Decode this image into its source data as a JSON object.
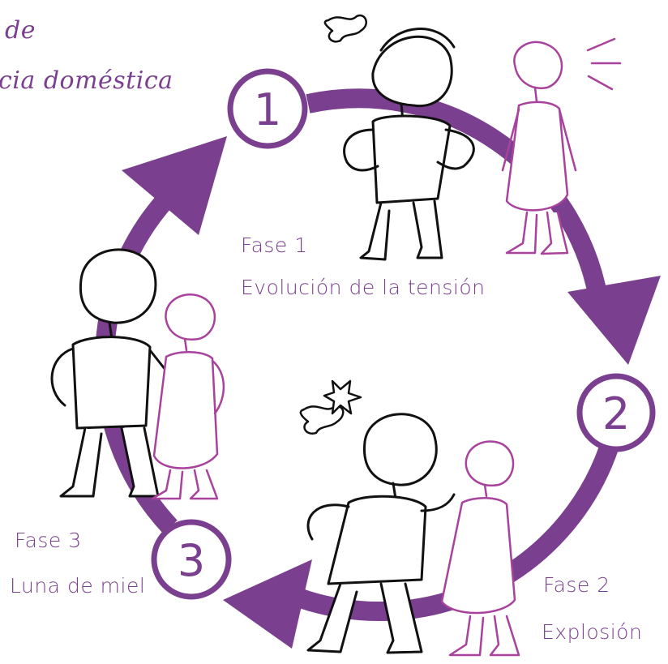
{
  "title": {
    "line1": "de",
    "line2": "cia doméstica"
  },
  "phases": [
    {
      "number": "1",
      "label": "Fase 1",
      "name": "Evolución de la tensión"
    },
    {
      "number": "2",
      "label": "Fase 2",
      "name": "Explosión"
    },
    {
      "number": "3",
      "label": "Fase 3",
      "name": "Luna de miel"
    }
  ],
  "colors": {
    "accent": "#7a3f8f",
    "woman_outline": "#a8429c",
    "man_outline": "#111111"
  },
  "icons": [
    "anger-scribble-icon",
    "shout-lines-icon",
    "impact-burst-icon"
  ]
}
